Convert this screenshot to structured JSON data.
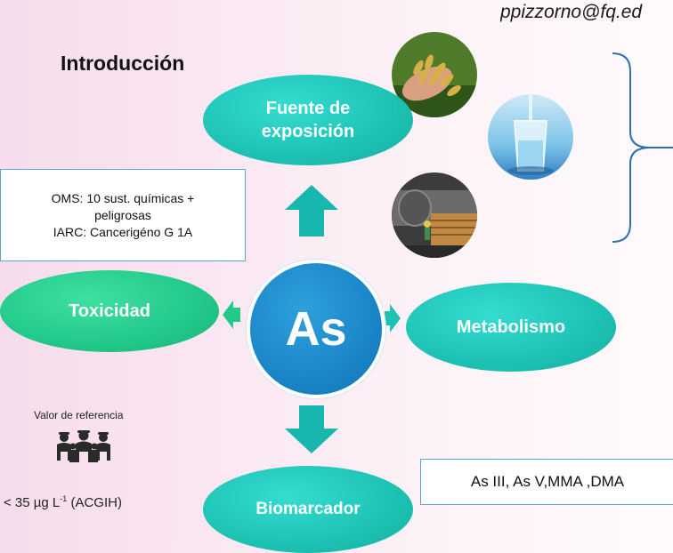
{
  "header": {
    "email": "ppizzorno@fq.ed",
    "title": "Introducción"
  },
  "diagram": {
    "center_label": "As",
    "nodes": {
      "top": "Fuente de exposición",
      "left": "Toxicidad",
      "right": "Metabolismo",
      "bottom": "Biomarcador"
    },
    "toxicity_box": {
      "line1": "OMS: 10 sust. químicas +",
      "line2": "peligrosas",
      "line3": "IARC: Cancerigéno G 1A"
    },
    "biomarker_box": "As III, As V,MMA ,DMA",
    "reference": {
      "label": "Valor de referencia",
      "limit_prefix": "< 35 µg L",
      "limit_exponent": "-1",
      "limit_suffix": " (ACGIH)"
    },
    "icons": [
      "rice-photo",
      "water-glass-photo",
      "industrial-kiln-photo",
      "workers-group-icon"
    ]
  },
  "colors": {
    "teal_oval": "#1dc2b4",
    "green_oval": "#22c98a",
    "center_blue": "#1a86c8",
    "box_border": "#5aa4d6",
    "brace": "#2c6fb3"
  }
}
